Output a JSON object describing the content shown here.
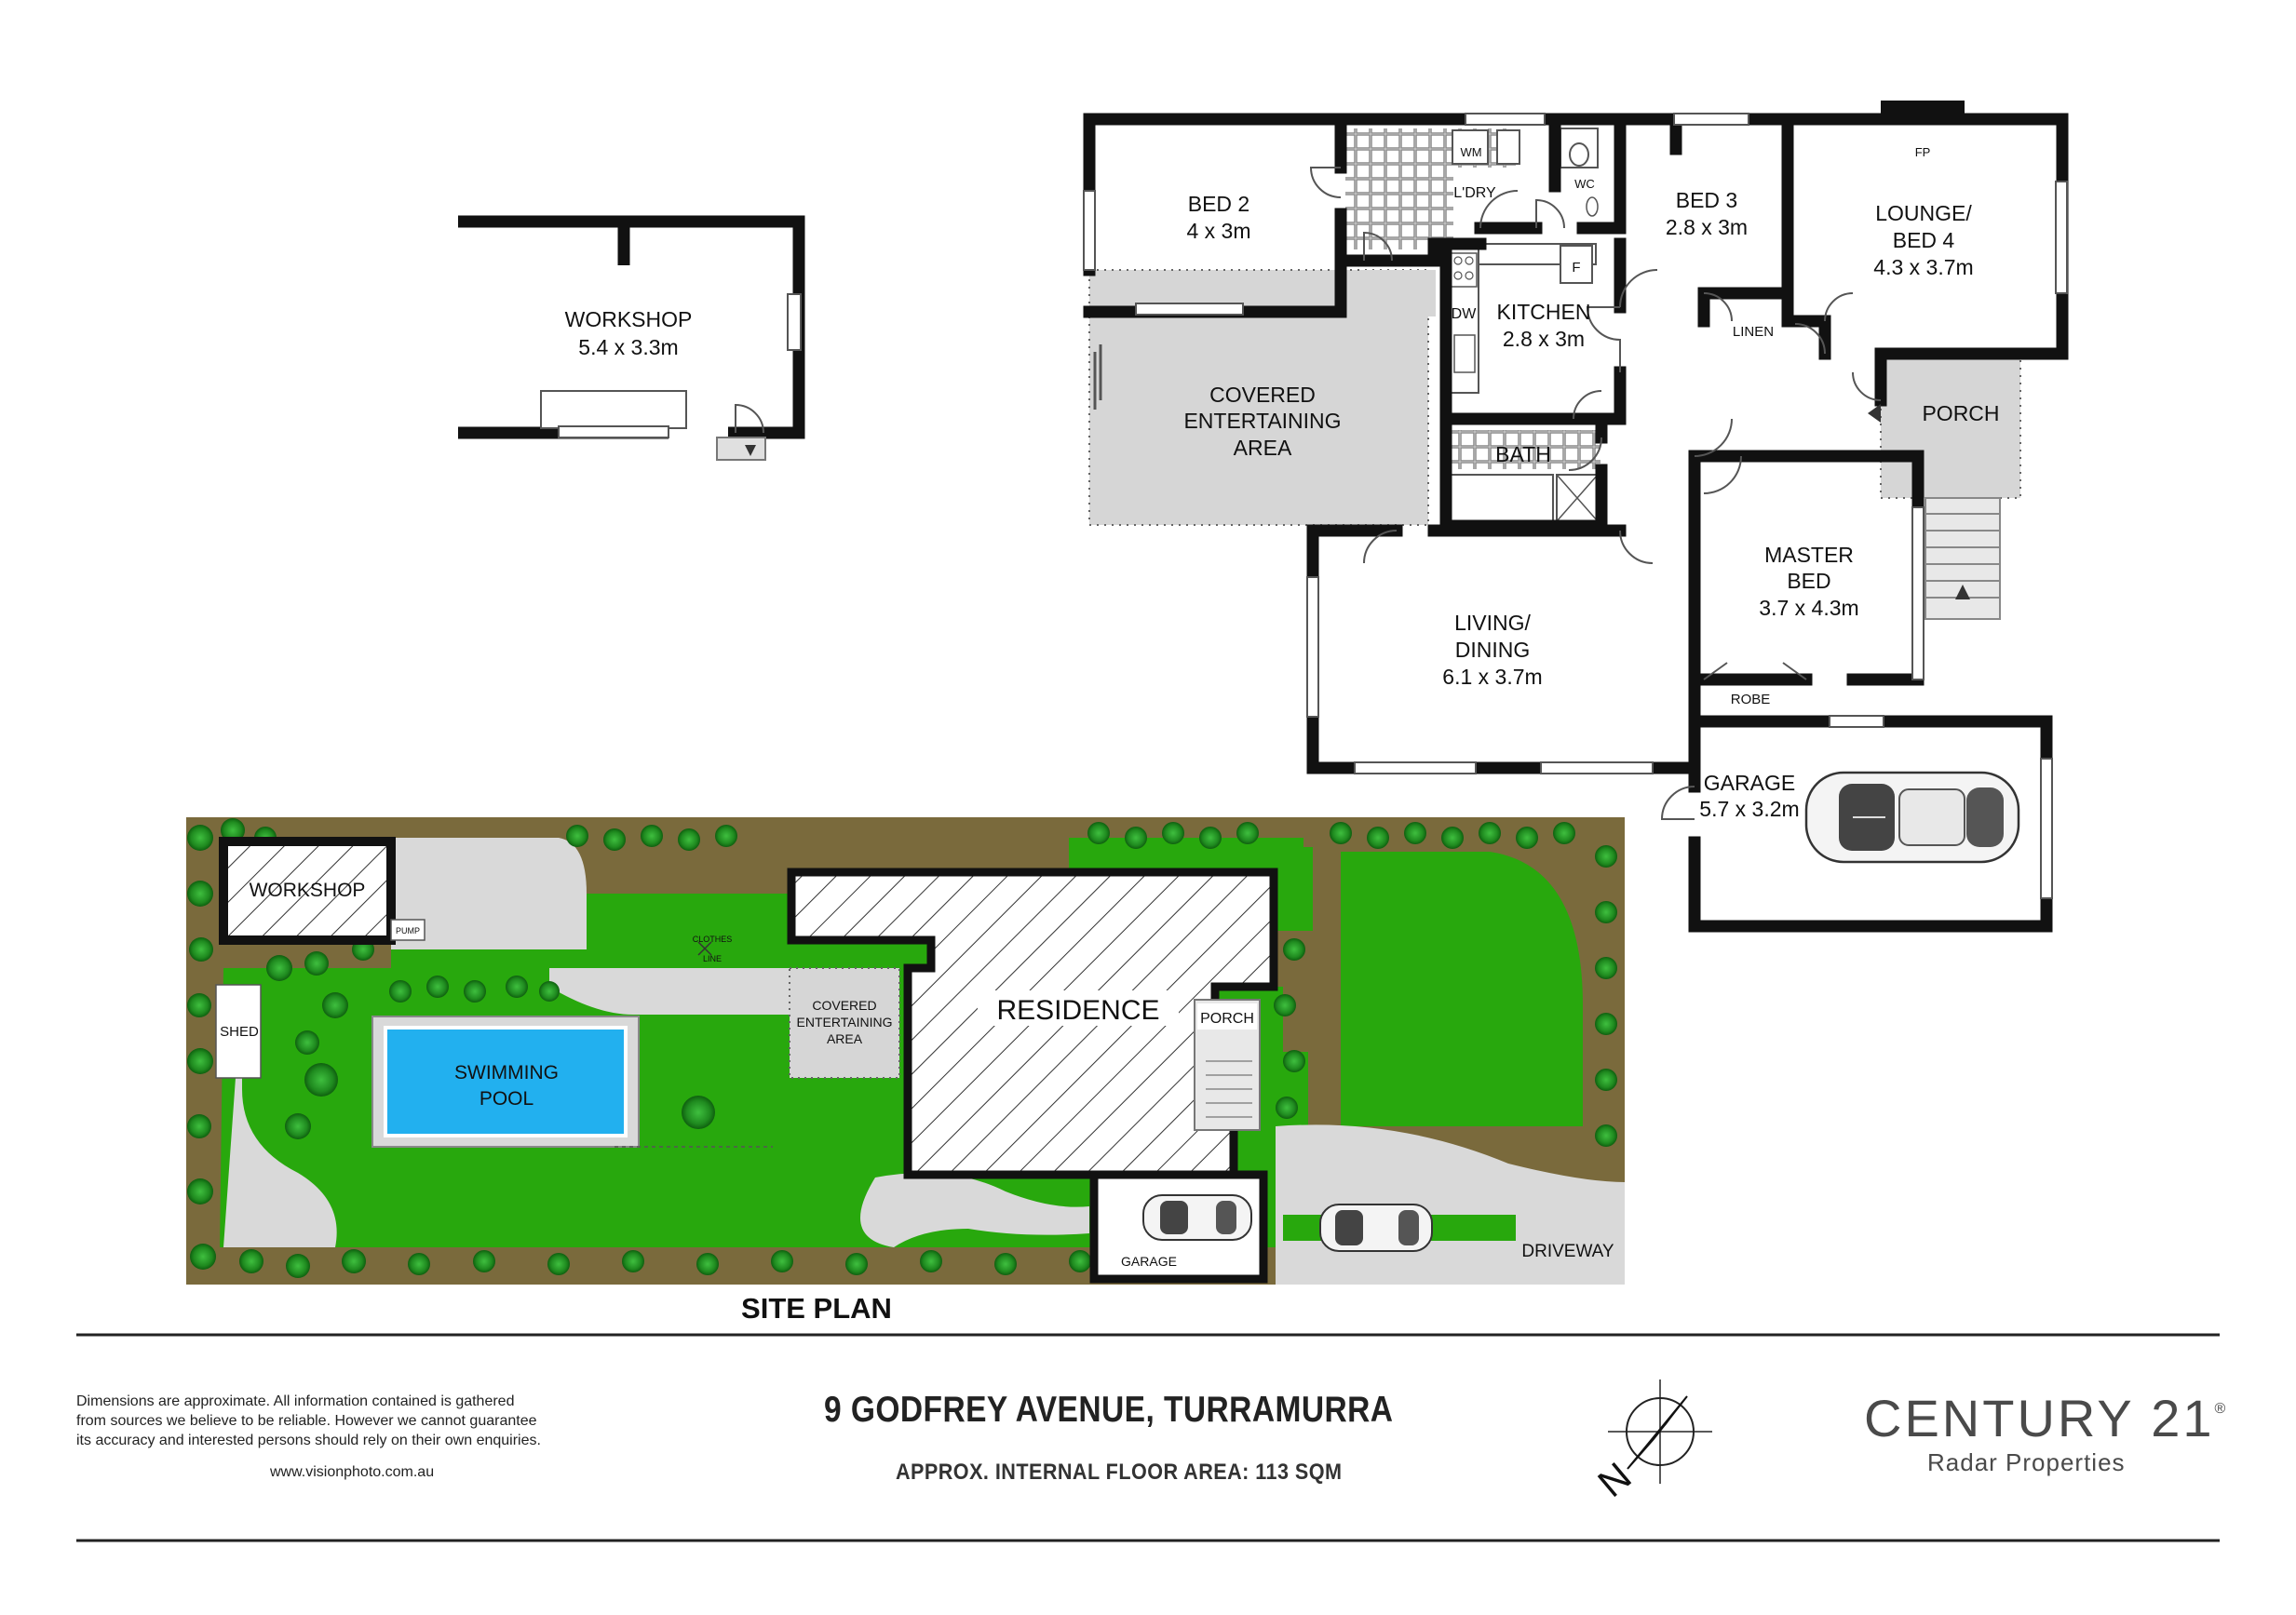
{
  "floor_plan": {
    "workshop": {
      "name": "WORKSHOP",
      "dims": "5.4 x 3.3m"
    },
    "bed2": {
      "name": "BED 2",
      "dims": "4 x 3m"
    },
    "laundry": "L'DRY",
    "wm": "WM",
    "wc": "WC",
    "fridge": "F",
    "dishwasher": "DW",
    "kitchen": {
      "name": "KITCHEN",
      "dims": "2.8 x 3m"
    },
    "bed3": {
      "name": "BED 3",
      "dims": "2.8 x 3m"
    },
    "lounge": {
      "line1": "LOUNGE/",
      "line2": "BED 4",
      "dims": "4.3 x 3.7m"
    },
    "fireplace": "FP",
    "linen": "LINEN",
    "covered": {
      "line1": "COVERED",
      "line2": "ENTERTAINING",
      "line3": "AREA"
    },
    "bath": "BATH",
    "porch": "PORCH",
    "master": {
      "line1": "MASTER",
      "line2": "BED",
      "dims": "3.7 x 4.3m"
    },
    "robe": "ROBE",
    "living": {
      "line1": "LIVING/",
      "line2": "DINING",
      "dims": "6.1 x 3.7m"
    },
    "garage": {
      "name": "GARAGE",
      "dims": "5.7 x 3.2m"
    }
  },
  "site_plan": {
    "workshop": "WORKSHOP",
    "pump": "PUMP",
    "shed": "SHED",
    "clothes_line": {
      "line1": "CLOTHES",
      "line2": "LINE"
    },
    "pool": {
      "line1": "SWIMMING",
      "line2": "POOL"
    },
    "covered": {
      "line1": "COVERED",
      "line2": "ENTERTAINING",
      "line3": "AREA"
    },
    "residence": "RESIDENCE",
    "porch": "PORCH",
    "garage": "GARAGE",
    "driveway": "DRIVEWAY",
    "title": "SITE PLAN"
  },
  "footer": {
    "disclaimer": [
      "Dimensions are approximate. All information contained is gathered",
      "from sources we believe to be reliable. However we cannot guarantee",
      "its accuracy and interested persons should rely on their own enquiries."
    ],
    "website": "www.visionphoto.com.au",
    "address": "9 GODFREY AVENUE, TURRAMURRA",
    "area": "APPROX. INTERNAL FLOOR AREA: 113 SQM",
    "compass_label": "N",
    "brand": "CENTURY 21",
    "brand_mark": "®",
    "office": "Radar Properties"
  },
  "colors": {
    "wall": "#111111",
    "lawn": "#28a80d",
    "garden": "#7a6a3c",
    "paving": "#d9d9d9",
    "pool": "#22b0ef",
    "brand": "#4a4a4a"
  }
}
